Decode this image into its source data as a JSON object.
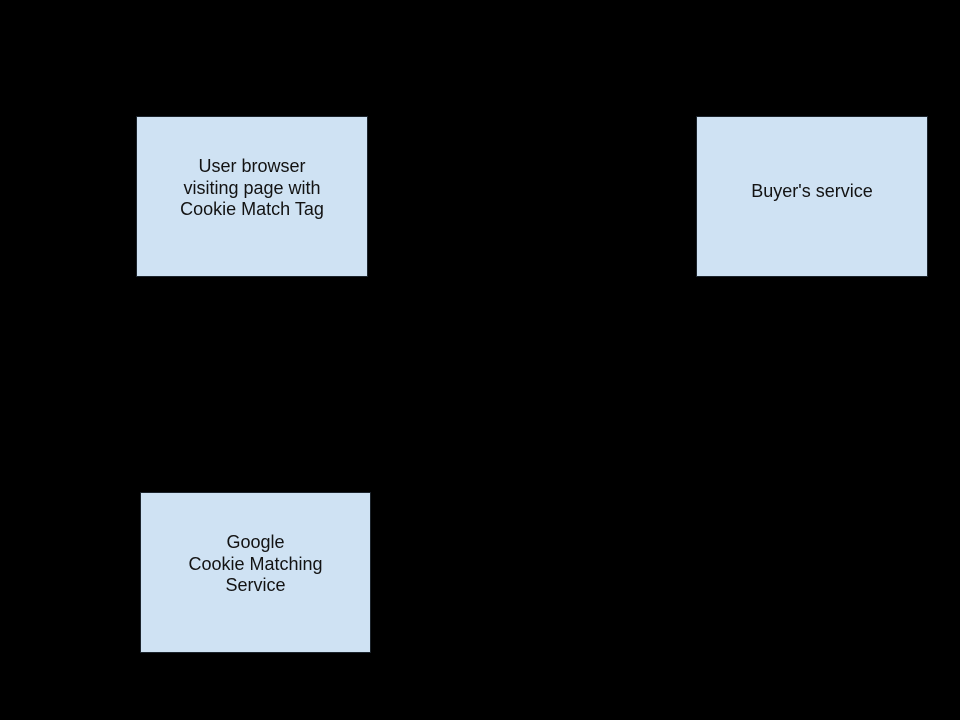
{
  "canvas": {
    "background_color": "#000000"
  },
  "diagram": {
    "type": "flow-diagram",
    "colors": {
      "node_fill": "#cfe2f3",
      "node_border": "#1c242c",
      "node_text": "#131313"
    },
    "boxes": [
      {
        "id": "user-browser",
        "lines": [
          "User browser",
          "visiting page with",
          "Cookie Match Tag"
        ],
        "text": "User browser visiting page with Cookie Match Tag"
      },
      {
        "id": "buyers-service",
        "lines": [
          "Buyer's service"
        ],
        "text": "Buyer's service"
      },
      {
        "id": "google-cookie-matching-service",
        "lines": [
          "Google",
          "Cookie Matching",
          "Service"
        ],
        "text": "Google Cookie Matching Service"
      }
    ]
  }
}
